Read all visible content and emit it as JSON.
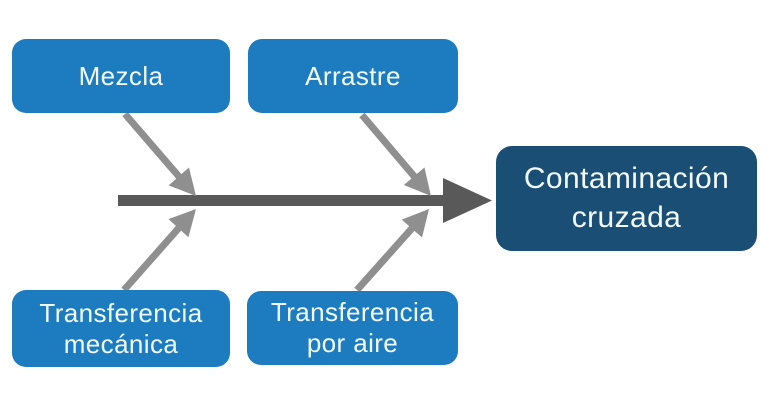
{
  "nodes": {
    "causes": [
      {
        "id": "mezcla",
        "lines": [
          "Mezcla"
        ]
      },
      {
        "id": "arrastre",
        "lines": [
          "Arrastre"
        ]
      },
      {
        "id": "transferencia-mecanica",
        "lines": [
          "Transferencia",
          "mecánica"
        ]
      },
      {
        "id": "transferencia-por-aire",
        "lines": [
          "Transferencia",
          "por aire"
        ]
      }
    ],
    "effect": {
      "id": "contaminacion-cruzada",
      "lines": [
        "Contaminación",
        "cruzada"
      ]
    }
  },
  "edges": [
    {
      "from": "mezcla",
      "to": "contaminacion-cruzada"
    },
    {
      "from": "arrastre",
      "to": "contaminacion-cruzada"
    },
    {
      "from": "transferencia-mecanica",
      "to": "contaminacion-cruzada"
    },
    {
      "from": "transferencia-por-aire",
      "to": "contaminacion-cruzada"
    }
  ],
  "colors": {
    "background": "#ffffff",
    "cause_box": "#1d7cc0",
    "effect_box": "#1a4e75",
    "spine_arrow": "#595959",
    "branch_arrow": "#8f8f8f",
    "box_text": "#f2f9fd"
  }
}
